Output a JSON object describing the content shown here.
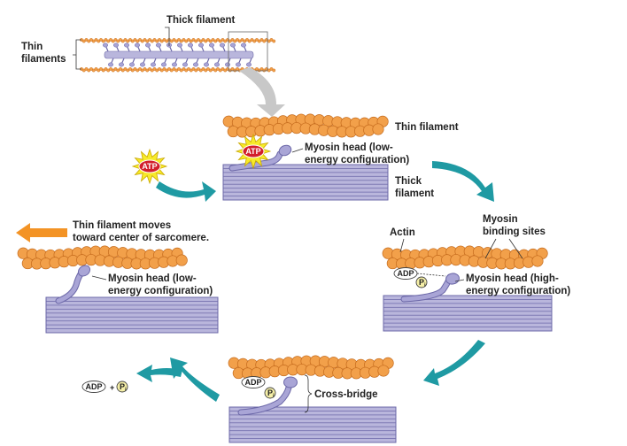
{
  "labels": {
    "thick_filament_top": "Thick filament",
    "thin_filaments_top": [
      "Thin",
      "filaments"
    ],
    "thin_filament_s1": "Thin filament",
    "myosin_head_low_s1": [
      "Myosin head (low-",
      "energy configuration)"
    ],
    "thick_filament_s1": [
      "Thick",
      "filament"
    ],
    "atp": "ATP",
    "thin_moves": [
      "Thin filament moves",
      "toward center of sarcomere."
    ],
    "myosin_head_low_s4": [
      "Myosin head (low-",
      "energy configuration)"
    ],
    "actin": "Actin",
    "myosin_binding_sites": [
      "Myosin",
      "binding sites"
    ],
    "myosin_head_high": [
      "Myosin head (high-",
      "energy configuration)"
    ],
    "cross_bridge": "Cross-bridge",
    "adp": "ADP",
    "pi_letter": "P",
    "pi_sub": "i",
    "plus": "+"
  },
  "colors": {
    "actin": "#f2a04a",
    "actin_dark": "#c46a1c",
    "thick": "#b9b6dc",
    "thick_dark": "#6c68a8",
    "myosin": "#a9a5d6",
    "teal": "#1f9aa3",
    "orange_arrow": "#f39325",
    "atp_star": "#f7ea2a",
    "pi_fill": "#f6f0a8"
  }
}
